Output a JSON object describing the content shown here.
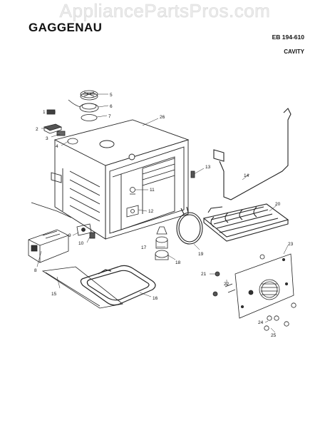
{
  "watermark": "AppliancePartsPros.com",
  "brand": "GAGGENAU",
  "model": "EB 194-610",
  "section": "CAVITY",
  "callouts": [
    {
      "id": "n1",
      "text": "1"
    },
    {
      "id": "n2",
      "text": "2"
    },
    {
      "id": "n3",
      "text": "3"
    },
    {
      "id": "n4",
      "text": "4"
    },
    {
      "id": "n5",
      "text": "5"
    },
    {
      "id": "n6",
      "text": "6"
    },
    {
      "id": "n7",
      "text": "7"
    },
    {
      "id": "n8",
      "text": "8"
    },
    {
      "id": "n9",
      "text": "9"
    },
    {
      "id": "n10",
      "text": "10"
    },
    {
      "id": "n11",
      "text": "11"
    },
    {
      "id": "n12",
      "text": "12"
    },
    {
      "id": "n13",
      "text": "13"
    },
    {
      "id": "n14",
      "text": "14"
    },
    {
      "id": "n15",
      "text": "15"
    },
    {
      "id": "n16",
      "text": "16"
    },
    {
      "id": "n17",
      "text": "17"
    },
    {
      "id": "n18",
      "text": "18"
    },
    {
      "id": "n19",
      "text": "19"
    },
    {
      "id": "n20",
      "text": "20"
    },
    {
      "id": "n21",
      "text": "21"
    },
    {
      "id": "n22",
      "text": "22"
    },
    {
      "id": "n23",
      "text": "23"
    },
    {
      "id": "n24",
      "text": "24"
    },
    {
      "id": "n25",
      "text": "25"
    },
    {
      "id": "n26",
      "text": "26"
    }
  ]
}
